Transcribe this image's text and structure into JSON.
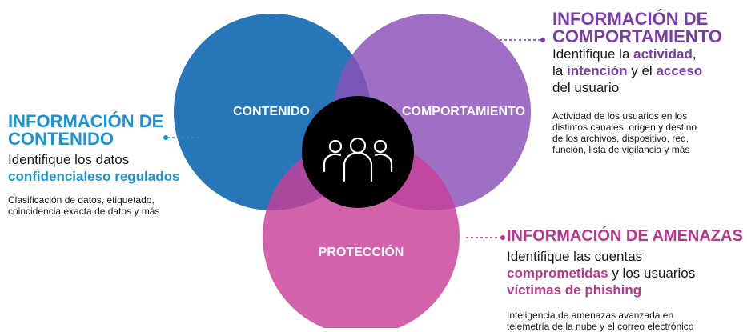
{
  "colors": {
    "contenido": "#1a6fb4",
    "comportamiento": "#7b3fa6",
    "proteccion": "#c83f97",
    "blue_heading": "#1a93d4",
    "purple_heading": "#7a3da8",
    "pink_heading": "#b8378c",
    "center": "#000000"
  },
  "circles": {
    "contenido": "CONTENIDO",
    "comportamiento": "COMPORTAMIENTO",
    "proteccion": "PROTECCIÓN",
    "center_icon": "people-group-icon"
  },
  "contenido_block": {
    "heading_line1": "INFORMACIÓN DE",
    "heading_line2": "CONTENIDO",
    "sub_line1": "Identifique los datos",
    "sub_highlight": "confidencialeso regulados",
    "body_line1": "Clasificación de datos, etiquetado,",
    "body_line2": "coincidencia exacta de datos y más"
  },
  "comportamiento_block": {
    "heading_line1": "INFORMACIÓN DE",
    "heading_line2": "COMPORTAMIENTO",
    "sub_a": "Identifique la ",
    "sub_hl1": "actividad",
    "sub_b": ",",
    "sub_c": "la ",
    "sub_hl2": "intención",
    "sub_d": " y el ",
    "sub_hl3": "acceso",
    "sub_e": "del usuario",
    "body_line1": "Actividad de los usuarios en los",
    "body_line2": "distintos canales, origen y destino",
    "body_line3": "de los archivos, dispositivo, red,",
    "body_line4": "función, lista de vigilancia y más"
  },
  "amenazas_block": {
    "heading": "INFORMACIÓN DE AMENAZAS",
    "sub_line1": "Identifique las cuentas",
    "sub_hl1": "comprometidas",
    "sub_mid": " y los usuarios",
    "sub_hl2": "víctimas de phishing",
    "body_line1": "Inteligencia de amenazas avanzada en",
    "body_line2": "telemetría de la nube y el correo electrónico"
  }
}
